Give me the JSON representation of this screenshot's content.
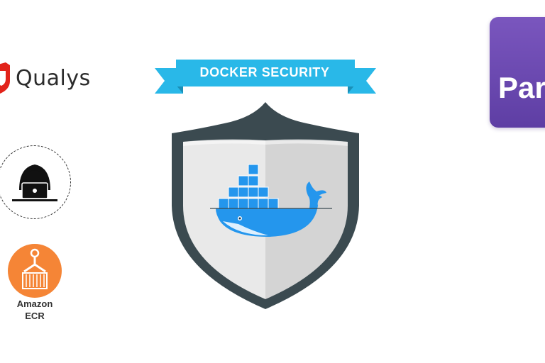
{
  "logos": {
    "qualys": {
      "text": "Qualys",
      "accent": "#e2231a"
    },
    "purple_card": {
      "text": "Par",
      "color": "#6a48b0"
    },
    "amazon_ecr": {
      "label_line1": "Amazon",
      "label_line2": "ECR",
      "color": "#f58536"
    }
  },
  "banner": {
    "title": "DOCKER SECURITY",
    "color": "#29b8e8"
  },
  "shield": {
    "left_color": "#e9e9e9",
    "right_color": "#d6d6d6",
    "border_color": "#3b4a50"
  },
  "docker": {
    "color": "#2496ed"
  },
  "icons": [
    "qualys-shield-icon",
    "hacker-icon",
    "ecr-icon",
    "docker-whale-icon",
    "shield-icon"
  ]
}
